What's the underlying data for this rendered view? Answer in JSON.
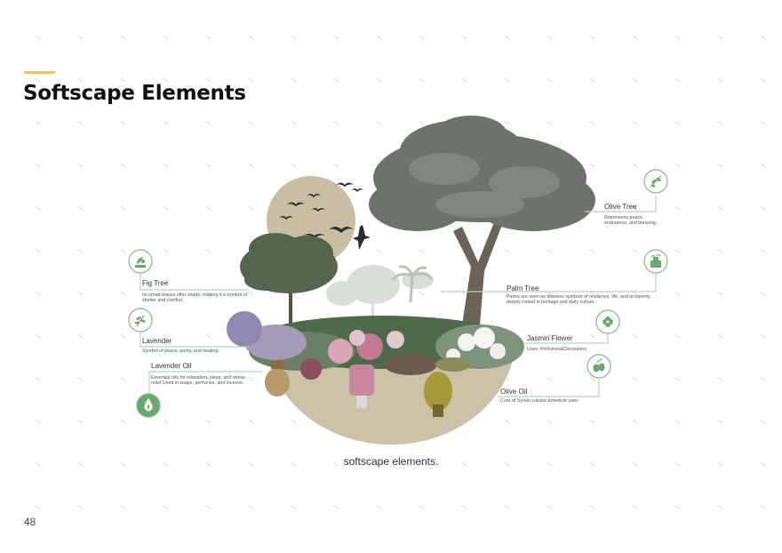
{
  "page": {
    "title": "Softscape Elements",
    "caption": "softscape elements.",
    "page_number": "48"
  },
  "elements": {
    "olive_tree": {
      "name": "Olive Tree",
      "desc": "Represents peace, endurance, and blessing.",
      "icon": "olive-branch-icon"
    },
    "fig_tree": {
      "name": "Fig Tree",
      "desc": "Its broad leaves offer shade, making it a symbol of shelter and comfort.",
      "icon": "fig-tree-icon"
    },
    "palm_tree": {
      "name": "Palm Tree",
      "desc": "Palms are seen as timeless symbols of resilience, life, and prosperity, deeply rooted in heritage and daily culture.",
      "icon": "palm-heritage-icon"
    },
    "lavender": {
      "name": "Lavender",
      "desc": "Symbol of peace, purity, and healing.",
      "icon": "lavender-flower-icon"
    },
    "jasmin_flower": {
      "name": "Jasmin Flower",
      "desc": "Uses: Perfumes&Decoration",
      "icon": "jasmin-flower-icon"
    },
    "lavender_oil": {
      "name": "Lavender Oil",
      "desc": "Essential oils for relaxation, sleep, and stress relief.Used in soaps, perfumes, and incense.",
      "icon": "oil-drop-icon"
    },
    "olive_oil": {
      "name": "Olive Oil",
      "desc": "Core of Syrian cuisine &medicle uses",
      "icon": "olives-icon"
    }
  },
  "colors": {
    "accent": "#f2c14e",
    "icon_green": "#8bb58d",
    "icon_fill_green": "#6aa96d",
    "connector": "#bcd0bd",
    "disc": "#c9bea3"
  }
}
